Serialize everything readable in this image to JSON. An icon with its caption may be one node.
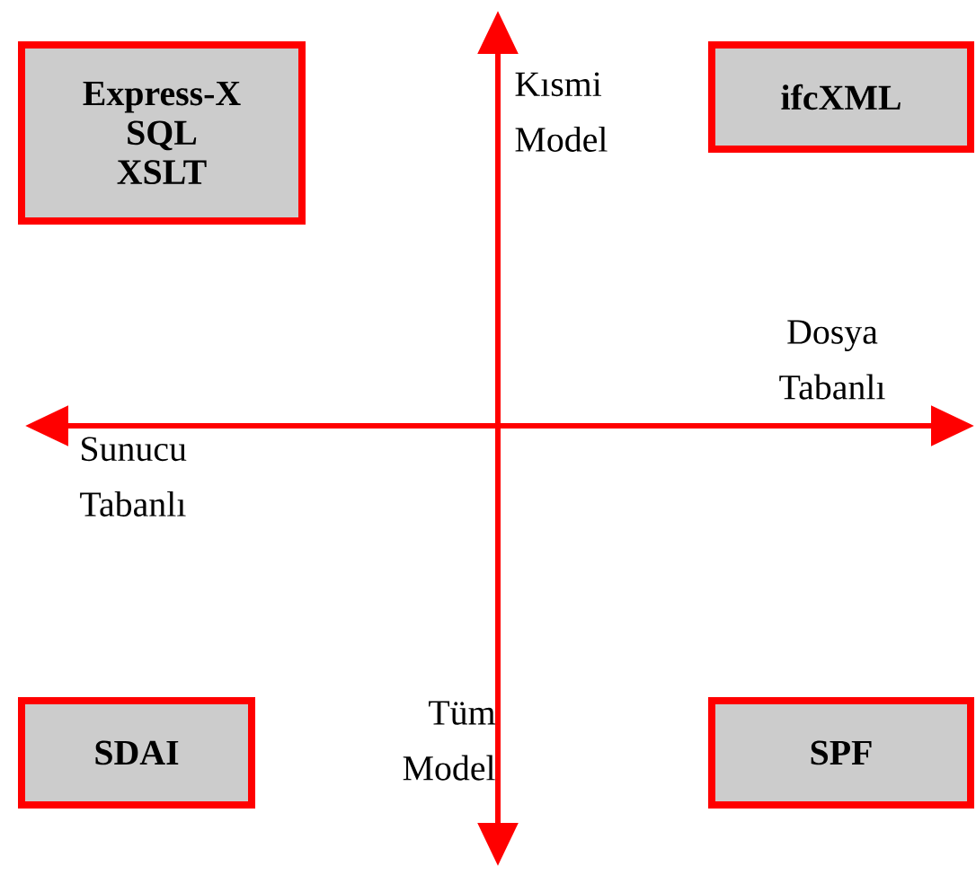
{
  "diagram": {
    "nodes": [
      {
        "text": [
          "Express-X",
          "SQL",
          "XSLT"
        ]
      },
      {
        "text": [
          "ifcXML"
        ]
      },
      {
        "text": [
          "SDAI"
        ]
      },
      {
        "text": [
          "SPF"
        ]
      }
    ],
    "labels": [
      "Kısmi Model",
      "Dosya Tabanlı",
      "Sunucu Tabanlı",
      "Tüm Model"
    ]
  }
}
